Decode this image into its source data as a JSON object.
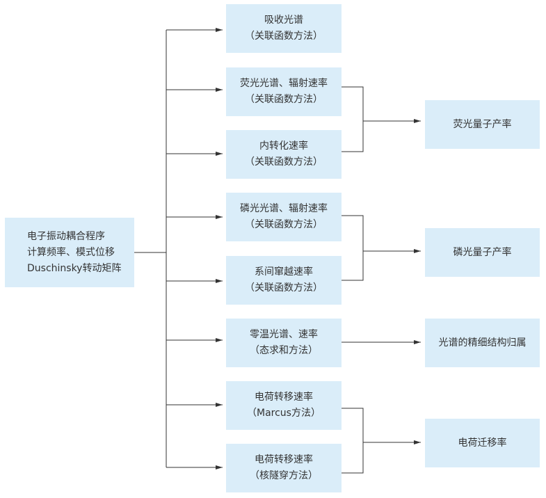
{
  "source": {
    "lines": [
      "电子振动耦合程序",
      "计算频率、模式位移",
      "Duschinsky转动矩阵"
    ]
  },
  "methods": [
    {
      "line1": "吸收光谱",
      "line2": "（关联函数方法）"
    },
    {
      "line1": "荧光光谱、辐射速率",
      "line2": "（关联函数方法）"
    },
    {
      "line1": "内转化速率",
      "line2": "（关联函数方法）"
    },
    {
      "line1": "磷光光谱、辐射速率",
      "line2": "（关联函数方法）"
    },
    {
      "line1": "系间窜越速率",
      "line2": "（关联函数方法）"
    },
    {
      "line1": "零温光谱、速率",
      "line2": "（态求和方法）"
    },
    {
      "line1": "电荷转移速率",
      "line2": "（Marcus方法）"
    },
    {
      "line1": "电荷转移速率",
      "line2": "（核隧穿方法）"
    }
  ],
  "results": [
    {
      "label": "荧光量子产率"
    },
    {
      "label": "磷光量子产率"
    },
    {
      "label": "光谱的精细结构归属"
    },
    {
      "label": "电荷迁移率"
    }
  ],
  "colors": {
    "box_fill": "#daedf9",
    "line": "#333333",
    "text": "#333333"
  }
}
